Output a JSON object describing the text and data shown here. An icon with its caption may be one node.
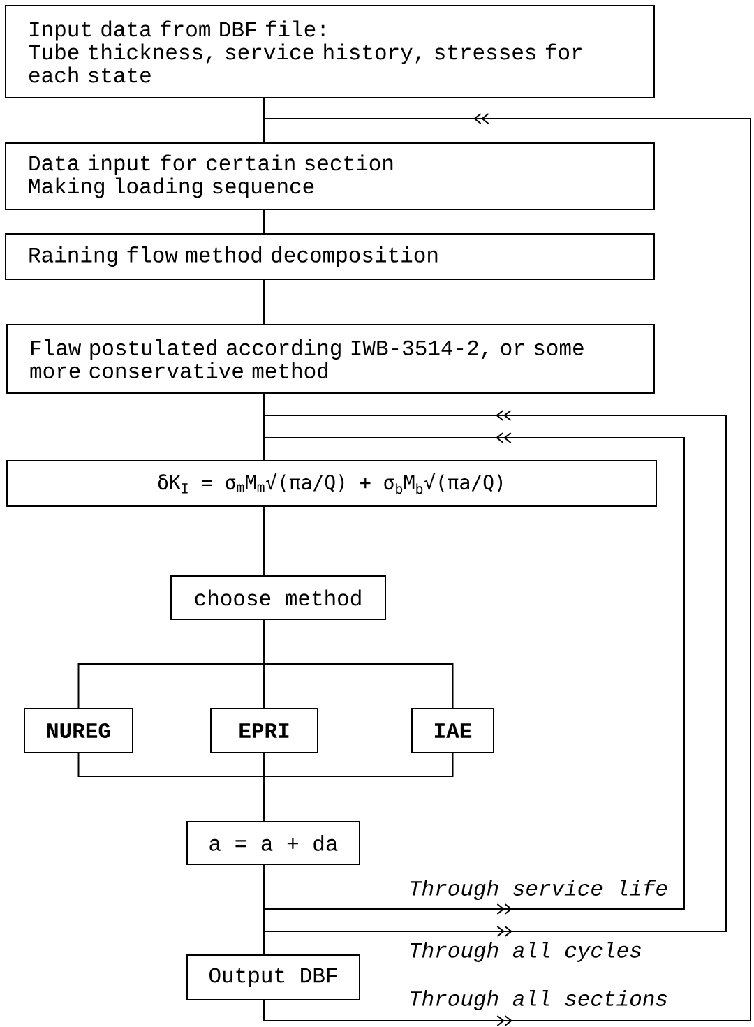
{
  "diagram": {
    "nodes": [
      {
        "text": [
          "Input data from DBF file:",
          "Tube thickness, service history, stresses for each state"
        ]
      },
      {
        "text": [
          "Data input for certain section",
          "Making loading sequence"
        ]
      },
      {
        "text": [
          "Raining flow method decomposition"
        ]
      },
      {
        "text": [
          "Flaw postulated according IWB-3514-2, or some more conservative method"
        ]
      },
      {
        "text": [
          "δK$_{I}$ = σ$_{m}$M$_{m}$√(πa/Q)  + σ$_{b}$M$_{b}$√(πa/Q)"
        ]
      },
      {
        "text": [
          "choose method"
        ]
      },
      {
        "text": [
          "NUREG"
        ]
      },
      {
        "text": [
          "EPRI"
        ]
      },
      {
        "text": [
          "IAE"
        ]
      },
      {
        "text": [
          "a = a + da"
        ]
      },
      {
        "text": [
          "Output DBF"
        ]
      }
    ],
    "edges": [
      {
        "from": 0,
        "to": 1,
        "arrow": "none"
      },
      {
        "from": 1,
        "to": 2,
        "arrow": "none"
      },
      {
        "from": 2,
        "to": 3,
        "arrow": "none"
      },
      {
        "from": 3,
        "to": 4,
        "arrow": "none"
      },
      {
        "from": 4,
        "to": 5,
        "arrow": "none"
      },
      {
        "from": 5,
        "to": 6,
        "arrow": "none"
      },
      {
        "from": 5,
        "to": 7,
        "arrow": "none"
      },
      {
        "from": 5,
        "to": 8,
        "arrow": "none"
      },
      {
        "from": 6,
        "to": 9,
        "arrow": "none"
      },
      {
        "from": 7,
        "to": 9,
        "arrow": "none"
      },
      {
        "from": 8,
        "to": 9,
        "arrow": "none"
      },
      {
        "from": 9,
        "to": 10,
        "arrow": "none"
      },
      {
        "from": 9,
        "to": 4,
        "arrow": "to",
        "label": "Through service life"
      },
      {
        "from": 9,
        "to": 4,
        "arrow": "to",
        "label": "Through all cycles"
      },
      {
        "from": 10,
        "to": 1,
        "arrow": "to",
        "label": "Through all sections"
      }
    ]
  }
}
